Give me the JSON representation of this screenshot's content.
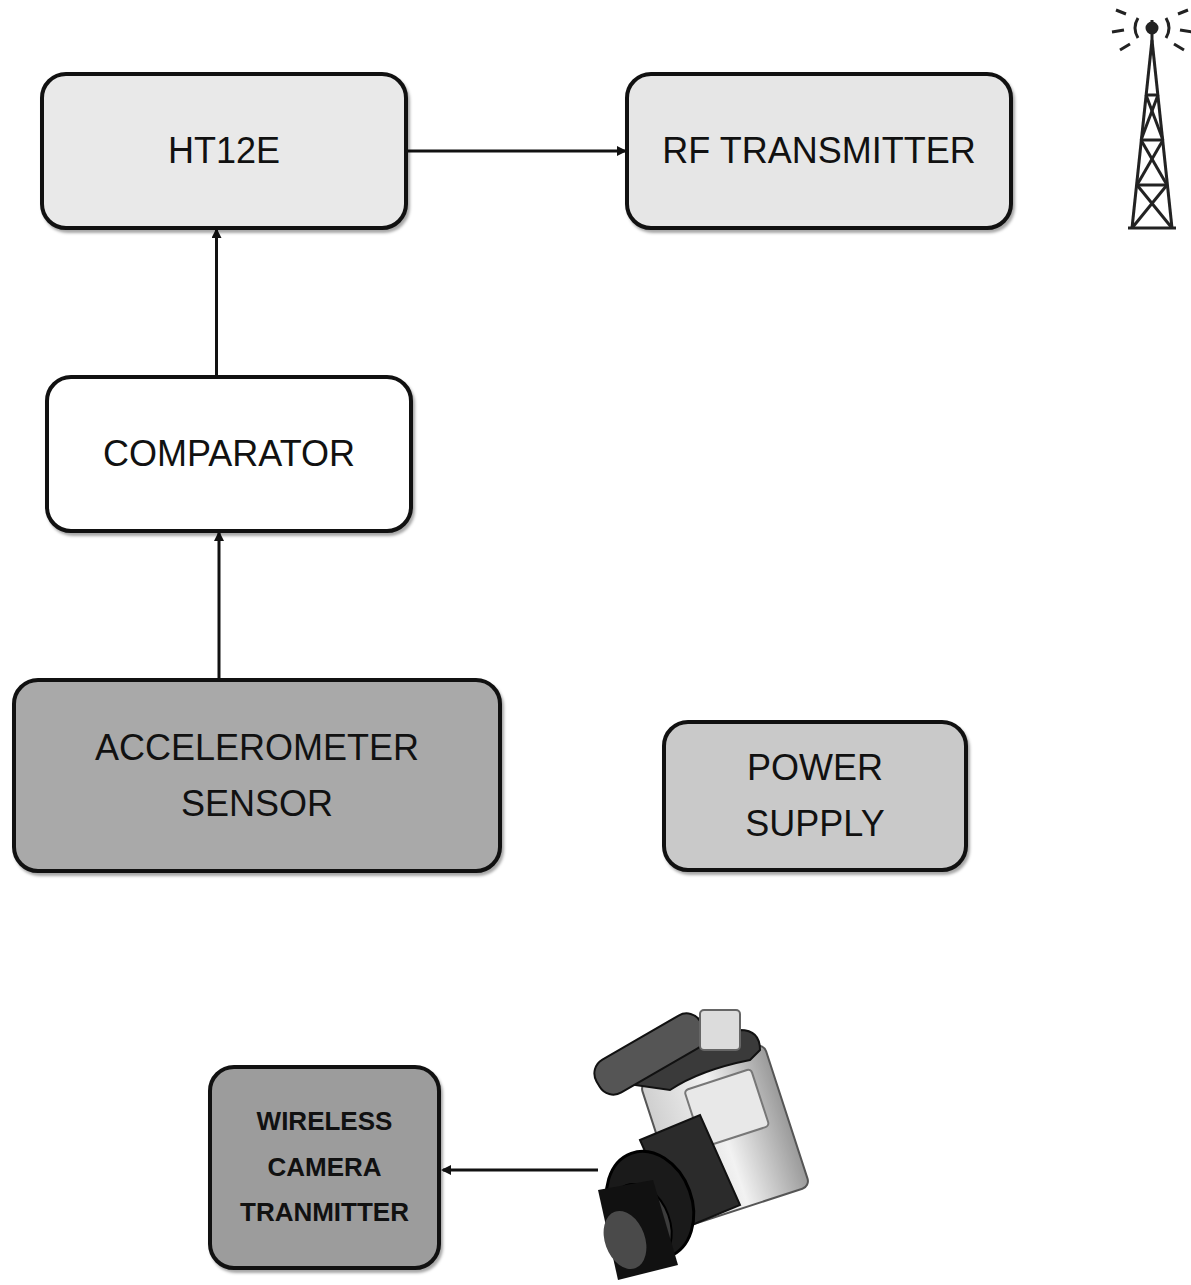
{
  "diagram": {
    "nodes": [
      {
        "text": [
          "HT12E"
        ]
      },
      {
        "text": [
          "RF TRANSMITTER"
        ]
      },
      {
        "text": [
          "COMPARATOR"
        ]
      },
      {
        "text": [
          "ACCELEROMETER SENSOR"
        ]
      },
      {
        "text": [
          "POWER SUPPLY"
        ]
      },
      {
        "text": [
          "WIRELESS CAMERA TRANMITTER"
        ]
      }
    ],
    "edges": [
      {
        "from": 0,
        "to": 1,
        "arrow": "to"
      },
      {
        "from": 2,
        "to": 0,
        "arrow": "to"
      },
      {
        "from": 3,
        "to": 2,
        "arrow": "to"
      }
    ]
  }
}
